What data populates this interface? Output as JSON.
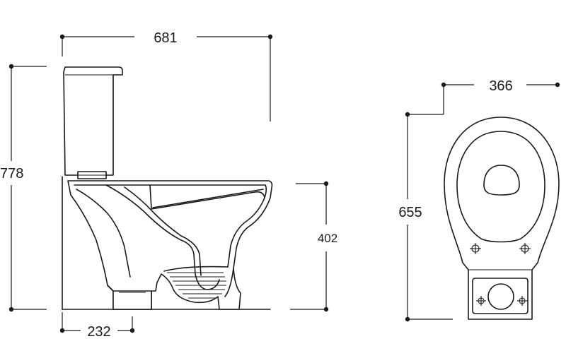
{
  "dimensions": {
    "overall_width": "681",
    "overall_height": "778",
    "rim_height": "402",
    "outlet_offset": "232",
    "bowl_width": "366",
    "bowl_depth": "655"
  },
  "colors": {
    "line": "#1a1a1a",
    "background": "#ffffff"
  }
}
